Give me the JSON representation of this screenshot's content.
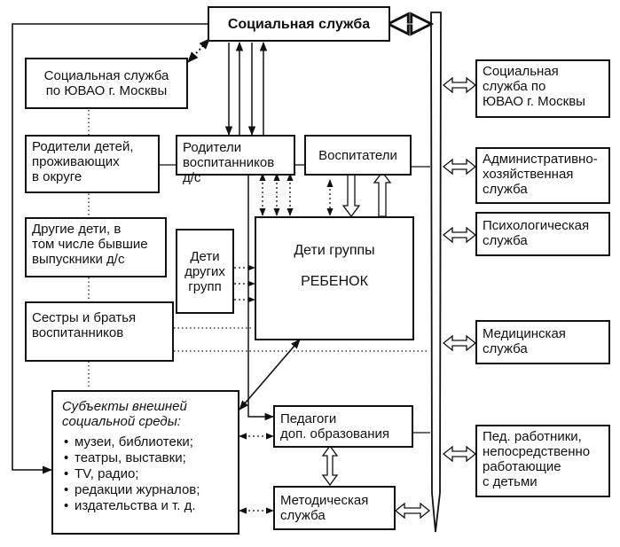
{
  "boxes": {
    "social_service": "Социальная служба",
    "social_service_yuvao": [
      "Социальная служба",
      "по ЮВАО г. Москвы"
    ],
    "parents_district": [
      "Родители детей,",
      "проживающих",
      "в округе"
    ],
    "parents_pupils": [
      "Родители",
      "воспитанников",
      "д/с"
    ],
    "educators": "Воспитатели",
    "other_children": [
      "Другие дети, в",
      "том числе бывшие",
      "выпускники д/с"
    ],
    "children_other_groups": [
      "Дети",
      "других",
      "групп"
    ],
    "group_children": [
      "Дети группы",
      "РЕБЕНОК"
    ],
    "siblings": [
      "Сестры и братья",
      "воспитанников"
    ],
    "external": {
      "title": [
        "Субъекты внешней",
        "социальной среды:"
      ],
      "items": [
        "музеи, библиотеки;",
        "театры, выставки;",
        "TV, радио;",
        "редакции журналов;",
        "издательства и т. д."
      ]
    },
    "add_education": [
      "Педагоги",
      "доп. образования"
    ],
    "methodical": [
      "Методическая",
      "служба"
    ]
  },
  "right_boxes": {
    "social_yuvao": [
      "Социальная",
      "служба по",
      "ЮВАО г. Москвы"
    ],
    "admin": [
      "Административно-",
      "хозяйственная",
      "служба"
    ],
    "psych": [
      "Психологическая",
      "служба"
    ],
    "medical": [
      "Медицинская",
      "служба"
    ],
    "teachers": [
      "Пед. работники,",
      "непосредственно",
      "работающие",
      "с детьми"
    ]
  }
}
